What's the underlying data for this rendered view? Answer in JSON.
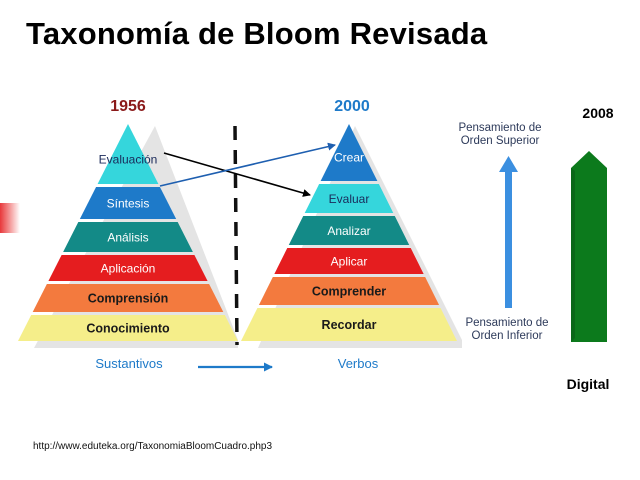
{
  "title": "Taxonomía de Bloom Revisada",
  "left_pyramid": {
    "year": "1956",
    "year_color": "#8b1a1a",
    "levels": [
      {
        "label": "Evaluación",
        "color": "#35d6dc",
        "text_color": "#1a2a5a"
      },
      {
        "label": "Síntesis",
        "color": "#1e7ac9",
        "text_color": "#ffffff"
      },
      {
        "label": "Análisis",
        "color": "#138a87",
        "text_color": "#ffffff"
      },
      {
        "label": "Aplicación",
        "color": "#e51d1f",
        "text_color": "#ffffff"
      },
      {
        "label": "Comprensión",
        "color": "#f37a3e",
        "text_color": "#1a1a1a"
      },
      {
        "label": "Conocimiento",
        "color": "#f5ee8a",
        "text_color": "#1a1a1a"
      }
    ],
    "caption": "Sustantivos"
  },
  "right_pyramid": {
    "year": "2000",
    "year_color": "#1e7ac9",
    "levels": [
      {
        "label": "Crear",
        "color": "#1e7ac9",
        "text_color": "#ffffff"
      },
      {
        "label": "Evaluar",
        "color": "#35d6dc",
        "text_color": "#1a2a5a"
      },
      {
        "label": "Analizar",
        "color": "#138a87",
        "text_color": "#ffffff"
      },
      {
        "label": "Aplicar",
        "color": "#e51d1f",
        "text_color": "#ffffff"
      },
      {
        "label": "Comprender",
        "color": "#f37a3e",
        "text_color": "#1a1a1a"
      },
      {
        "label": "Recordar",
        "color": "#f5ee8a",
        "text_color": "#1a1a1a"
      }
    ],
    "caption": "Verbos"
  },
  "thinking_scale": {
    "top_label": [
      "Pensamiento de",
      "Orden Superior"
    ],
    "bottom_label": [
      "Pensamiento de",
      "Orden Inferior"
    ],
    "arrow_color": "#3b8fe0"
  },
  "digital": {
    "year": "2008",
    "label": "Digital",
    "arrow_color": "#0c7a1c"
  },
  "colors": {
    "caption_text": "#1e7ac9",
    "crossing_arrow_black": "#000000",
    "crossing_arrow_blue": "#1e5fb0"
  },
  "source_url": "http://www.eduteka.org/TaxonomiaBloomCuadro.php3"
}
